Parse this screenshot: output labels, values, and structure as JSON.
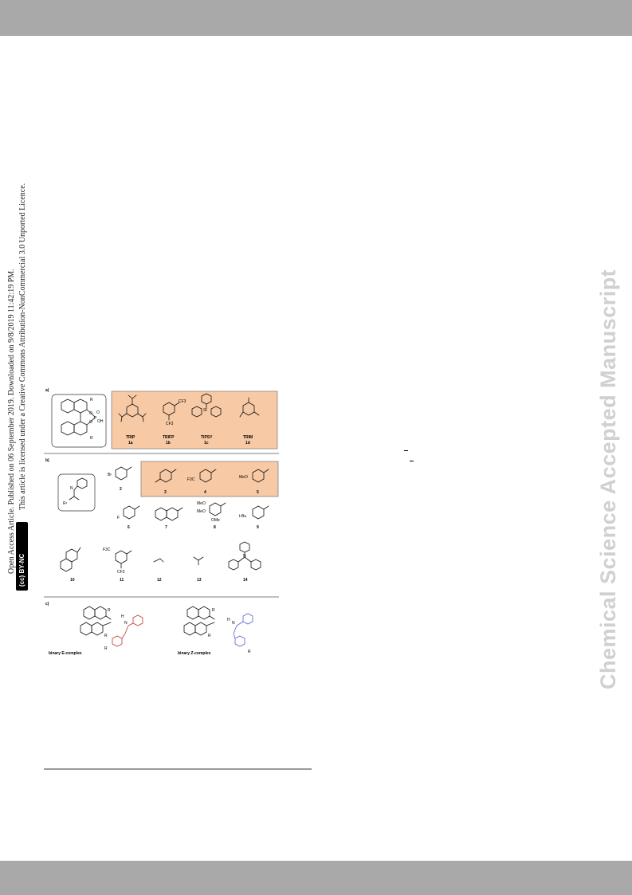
{
  "header": {
    "bar_color": "#a9a9a9"
  },
  "notice": {
    "line1": "Open Access Article. Published on 06 September 2019. Downloaded on 9/8/2019 11:42:19 PM.",
    "line2": "This article is licensed under a Creative Commons Attribution-NonCommercial 3.0 Unported Licence.",
    "badge": "(cc) BY-NC"
  },
  "watermark": "Chemical Science Accepted Manuscript",
  "figure": {
    "panel_a": "a)",
    "panel_b": "b)",
    "panel_c": "c)",
    "catalysts": [
      {
        "name": "TRIP",
        "code": "1a"
      },
      {
        "name": "TRIFP",
        "code": "1b"
      },
      {
        "name": "TIPSY",
        "code": "1c"
      },
      {
        "name": "TRIM",
        "code": "1d"
      }
    ],
    "substituent_labels": {
      "cf3": "CF3",
      "r": "R",
      "oh": "OH",
      "si": "Si",
      "br": "Br",
      "f3c": "F3C",
      "meo": "MeO",
      "ome": "OMe",
      "f": "F",
      "tbu": "t-Bu",
      "n": "N",
      "h": "H",
      "o": "O",
      "p": "P",
      "r1": "R¹"
    },
    "substrate_numbers": [
      "2",
      "3",
      "4",
      "5",
      "6",
      "7",
      "8",
      "9",
      "10",
      "11",
      "12",
      "13",
      "14"
    ],
    "complex_e": "binary E-complex",
    "complex_z": "binary Z-complex",
    "colors": {
      "orange_box": "#f7c9a5",
      "e_complex": "#c0392b",
      "z_complex": "#5b5bd6"
    }
  }
}
